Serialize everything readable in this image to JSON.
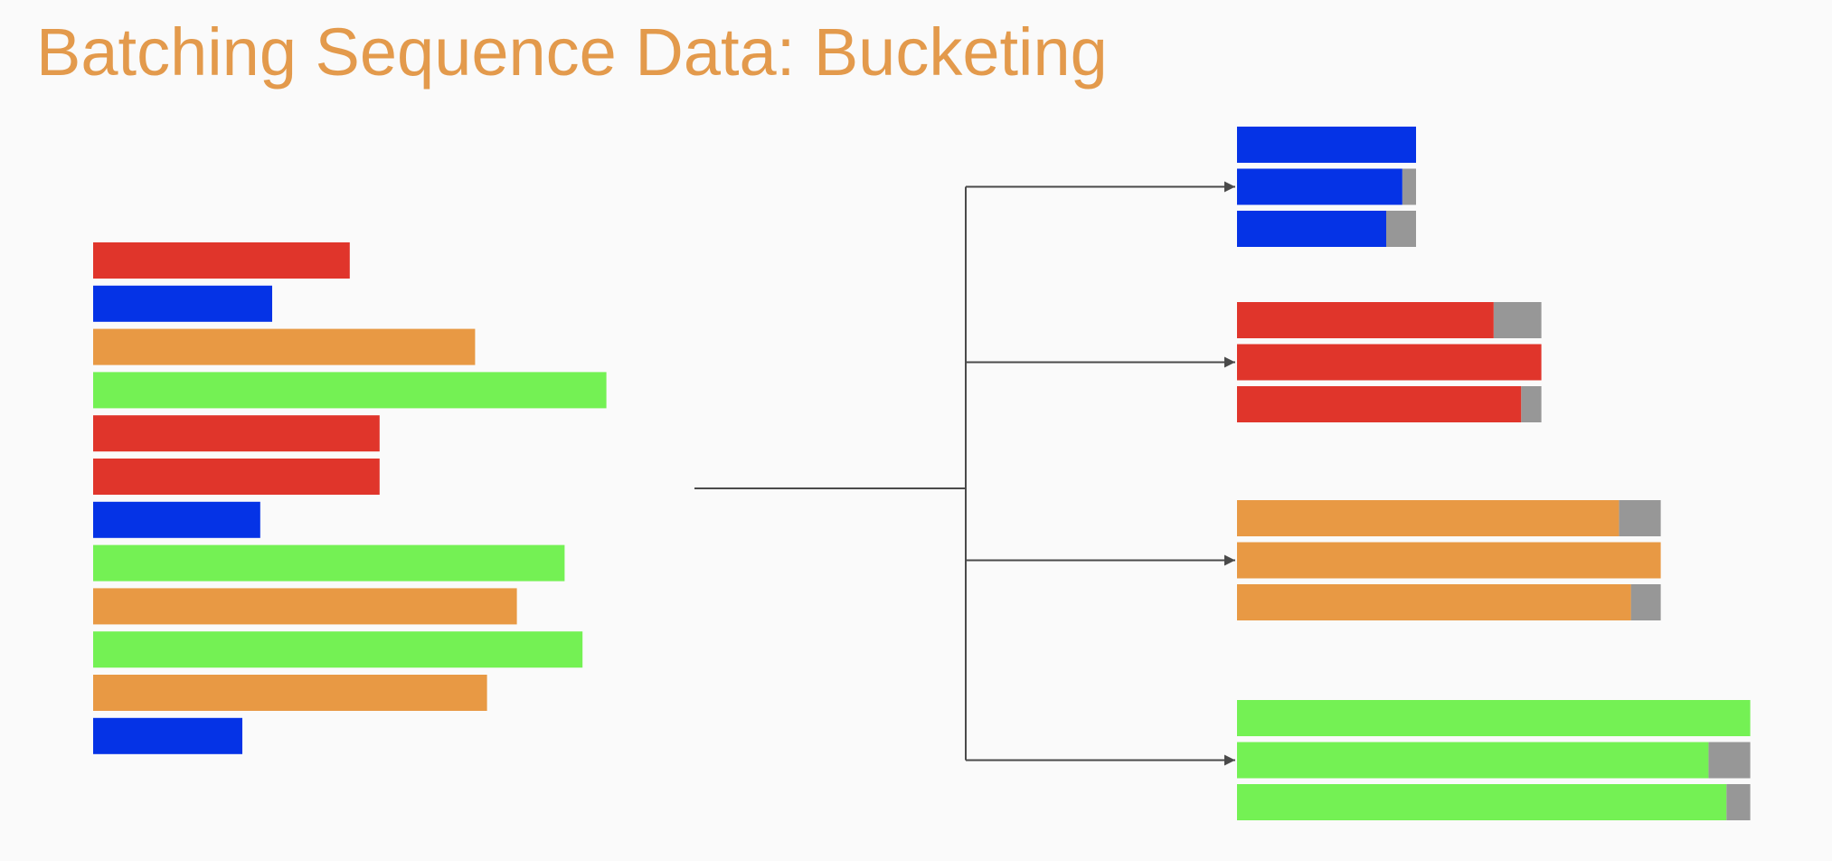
{
  "slide": {
    "title": "Batching Sequence Data: Bucketing"
  },
  "colors": {
    "title": "#e39a4c",
    "red": "#e0352b",
    "blue": "#0533e6",
    "orange": "#e89944",
    "green": "#74f154",
    "padding": "#979797",
    "line": "#4a4a4a"
  },
  "input_sequences": [
    {
      "color": "red",
      "length": 0.43
    },
    {
      "color": "blue",
      "length": 0.3
    },
    {
      "color": "orange",
      "length": 0.64
    },
    {
      "color": "green",
      "length": 0.86
    },
    {
      "color": "red",
      "length": 0.48
    },
    {
      "color": "red",
      "length": 0.48
    },
    {
      "color": "blue",
      "length": 0.28
    },
    {
      "color": "green",
      "length": 0.79
    },
    {
      "color": "orange",
      "length": 0.71
    },
    {
      "color": "green",
      "length": 0.82
    },
    {
      "color": "orange",
      "length": 0.66
    },
    {
      "color": "blue",
      "length": 0.25
    }
  ],
  "buckets": [
    {
      "color": "blue",
      "padded_length": 0.3,
      "lengths": [
        0.3,
        0.277,
        0.25
      ]
    },
    {
      "color": "red",
      "padded_length": 0.51,
      "lengths": [
        0.43,
        0.51,
        0.476
      ]
    },
    {
      "color": "orange",
      "padded_length": 0.71,
      "lengths": [
        0.64,
        0.71,
        0.66
      ]
    },
    {
      "color": "green",
      "padded_length": 0.86,
      "lengths": [
        0.86,
        0.79,
        0.82
      ]
    }
  ]
}
